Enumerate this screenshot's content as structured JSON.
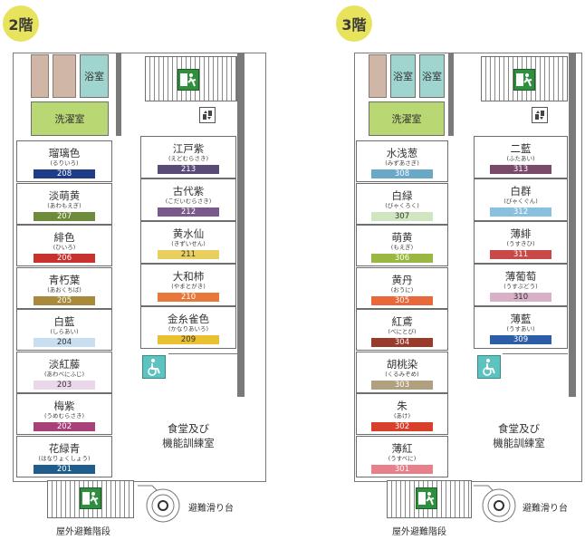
{
  "floors": [
    {
      "floor_label": "2階",
      "bath": "浴室",
      "laundry": "洗濯室",
      "left_rooms": [
        {
          "name": "瑠璃色",
          "kana": "(るりいろ)",
          "num": "208",
          "color": "#1f3c8a",
          "text": "#ffffff"
        },
        {
          "name": "淡萌黄",
          "kana": "(あわもえぎ)",
          "num": "207",
          "color": "#6e8a3c",
          "text": "#ffffff"
        },
        {
          "name": "緋色",
          "kana": "(ひいろ)",
          "num": "206",
          "color": "#c8322c",
          "text": "#ffffff"
        },
        {
          "name": "青朽葉",
          "kana": "(あおくちば)",
          "num": "205",
          "color": "#a88a3a",
          "text": "#ffffff"
        },
        {
          "name": "白藍",
          "kana": "(しらあい)",
          "num": "204",
          "color": "#c8dff2",
          "text": "#333333"
        },
        {
          "name": "淡紅藤",
          "kana": "(あわべにふじ)",
          "num": "203",
          "color": "#ead8ea",
          "text": "#333333"
        },
        {
          "name": "梅紫",
          "kana": "(うめむらさき)",
          "num": "202",
          "color": "#a8407a",
          "text": "#ffffff"
        },
        {
          "name": "花緑青",
          "kana": "(はなりょくしょう)",
          "num": "201",
          "color": "#1f5e8c",
          "text": "#ffffff"
        }
      ],
      "right_rooms": [
        {
          "name": "江戸紫",
          "kana": "(えどむらさき)",
          "num": "213",
          "color": "#5a4a78",
          "text": "#ffffff"
        },
        {
          "name": "古代紫",
          "kana": "(こだいむらさき)",
          "num": "212",
          "color": "#7a5a8a",
          "text": "#ffffff"
        },
        {
          "name": "黄水仙",
          "kana": "(きずいせん)",
          "num": "211",
          "color": "#e8d060",
          "text": "#333333"
        },
        {
          "name": "大和柿",
          "kana": "(やまとがき)",
          "num": "210",
          "color": "#e8783a",
          "text": "#ffffff"
        },
        {
          "name": "金糸雀色",
          "kana": "(かなりあいろ)",
          "num": "209",
          "color": "#e8c030",
          "text": "#333333"
        }
      ],
      "dining": [
        "食堂及び",
        "機能訓練室"
      ]
    },
    {
      "floor_label": "3階",
      "bath": "浴室",
      "laundry": "洗濯室",
      "left_rooms": [
        {
          "name": "水浅葱",
          "kana": "(みずあさぎ)",
          "num": "308",
          "color": "#6aa8c8",
          "text": "#ffffff"
        },
        {
          "name": "白緑",
          "kana": "(びゃくろく)",
          "num": "307",
          "color": "#cfe6c0",
          "text": "#333333"
        },
        {
          "name": "萌黄",
          "kana": "(もえぎ)",
          "num": "306",
          "color": "#9ab840",
          "text": "#ffffff"
        },
        {
          "name": "黄丹",
          "kana": "(おうに)",
          "num": "305",
          "color": "#e8683a",
          "text": "#ffffff"
        },
        {
          "name": "紅鳶",
          "kana": "(べにとび)",
          "num": "304",
          "color": "#9a3a2a",
          "text": "#ffffff"
        },
        {
          "name": "胡桃染",
          "kana": "(くるみぞめ)",
          "num": "303",
          "color": "#b0a080",
          "text": "#ffffff"
        },
        {
          "name": "朱",
          "kana": "(あけ)",
          "num": "302",
          "color": "#d8402c",
          "text": "#ffffff"
        },
        {
          "name": "薄紅",
          "kana": "(うすべに)",
          "num": "301",
          "color": "#e8808a",
          "text": "#ffffff"
        }
      ],
      "right_rooms": [
        {
          "name": "二藍",
          "kana": "(ふたあい)",
          "num": "313",
          "color": "#7a4a6a",
          "text": "#ffffff"
        },
        {
          "name": "白群",
          "kana": "(びゃくぐん)",
          "num": "312",
          "color": "#88c0e0",
          "text": "#ffffff"
        },
        {
          "name": "薄緋",
          "kana": "(うすきひ)",
          "num": "311",
          "color": "#c84a48",
          "text": "#ffffff"
        },
        {
          "name": "薄葡萄",
          "kana": "(うすぶどう)",
          "num": "310",
          "color": "#d8b0c8",
          "text": "#333333"
        },
        {
          "name": "薄藍",
          "kana": "(うすあい)",
          "num": "309",
          "color": "#2c5ea8",
          "text": "#ffffff"
        }
      ],
      "dining": [
        "食堂及び",
        "機能訓練室"
      ]
    }
  ],
  "escape_slide": "避難滑り台",
  "outdoor_stairs": "屋外避難階段",
  "colors": {
    "badge": "#e7e35c",
    "bath": "#9fd4cf",
    "laundry": "#b9d874",
    "exit": "#2f8f3f",
    "tan": "#cfb6a7"
  }
}
